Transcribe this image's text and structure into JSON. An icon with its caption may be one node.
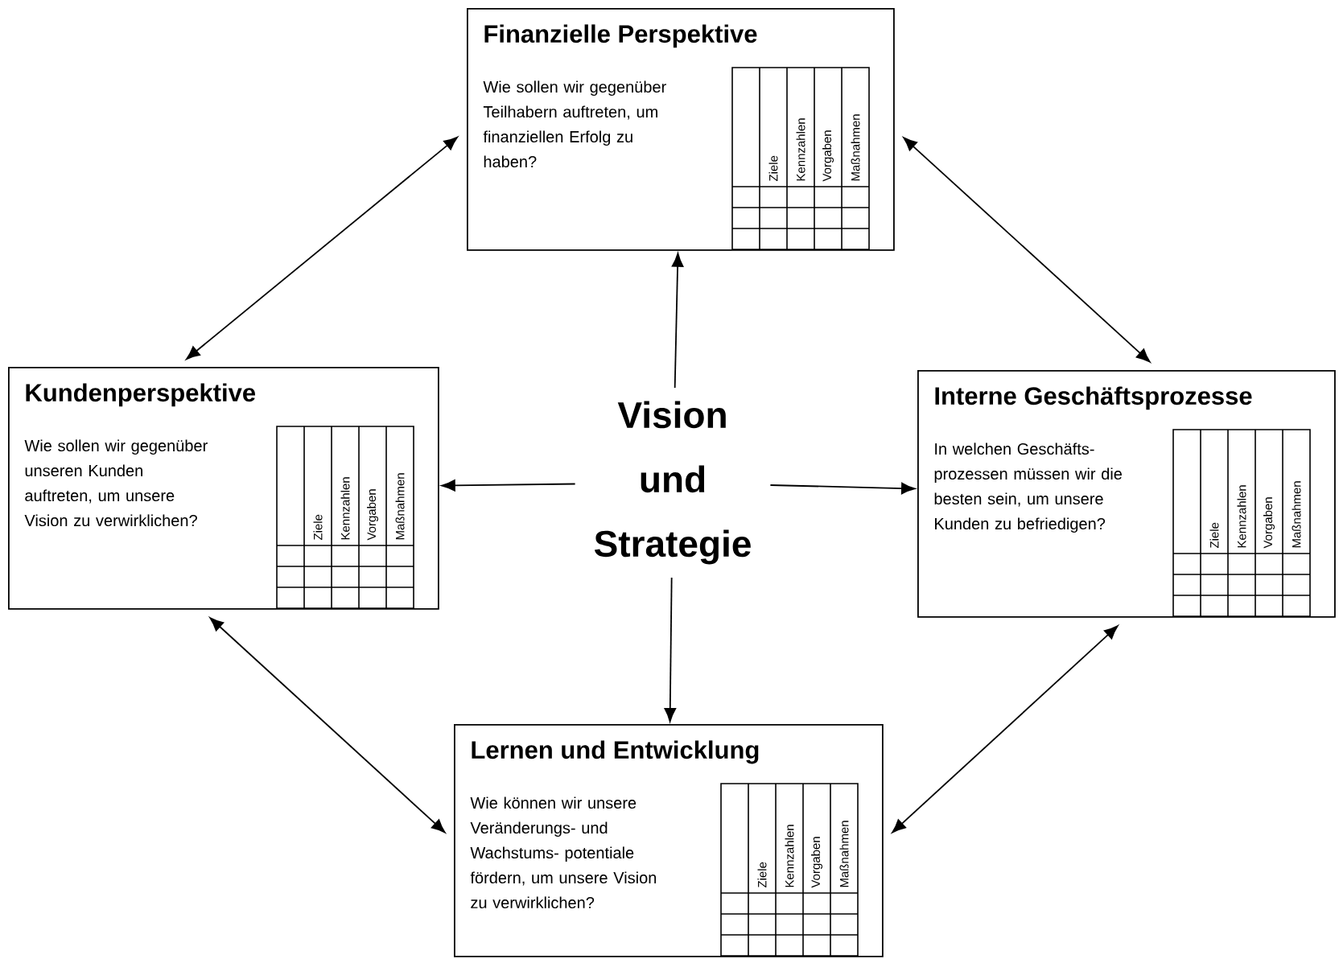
{
  "diagram": {
    "nodes": [
      {
        "text": [
          "Finanzielle Perspektive",
          "Wie sollen wir gegenüber Teilhabern auftreten, um finanziellen Erfolg zu haben?",
          "Ziele",
          "Kennzahlen",
          "Vorgaben",
          "Maßnahmen"
        ]
      },
      {
        "text": [
          "Kundenperspektive",
          "Wie sollen wir gegenüber unseren Kunden auftreten, um unsere Vision zu verwirklichen?",
          "Ziele",
          "Kennzahlen",
          "Vorgaben",
          "Maßnahmen"
        ]
      },
      {
        "text": [
          "Vision und Strategie"
        ]
      },
      {
        "text": [
          "Interne Geschäftsprozesse",
          "In welchen Geschäfts- prozessen müssen wir die besten sein, um unsere Kunden zu befriedigen?",
          "Ziele",
          "Kennzahlen",
          "Vorgaben",
          "Maßnahmen"
        ]
      },
      {
        "text": [
          "Lernen und Entwicklung",
          "Wie können wir unsere Veränderungs- und Wachstums- potentiale fördern, um unsere Vision zu verwirklichen?",
          "Ziele",
          "Kennzahlen",
          "Vorgaben",
          "Maßnahmen"
        ]
      }
    ],
    "edges": [
      {
        "from": 2,
        "to": 0,
        "arrow": "to"
      },
      {
        "from": 2,
        "to": 1,
        "arrow": "to"
      },
      {
        "from": 2,
        "to": 3,
        "arrow": "to"
      },
      {
        "from": 2,
        "to": 4,
        "arrow": "to"
      },
      {
        "from": 1,
        "to": 0,
        "arrow": "both"
      },
      {
        "from": 0,
        "to": 3,
        "arrow": "both"
      },
      {
        "from": 1,
        "to": 4,
        "arrow": "both"
      },
      {
        "from": 3,
        "to": 4,
        "arrow": "both"
      }
    ]
  }
}
